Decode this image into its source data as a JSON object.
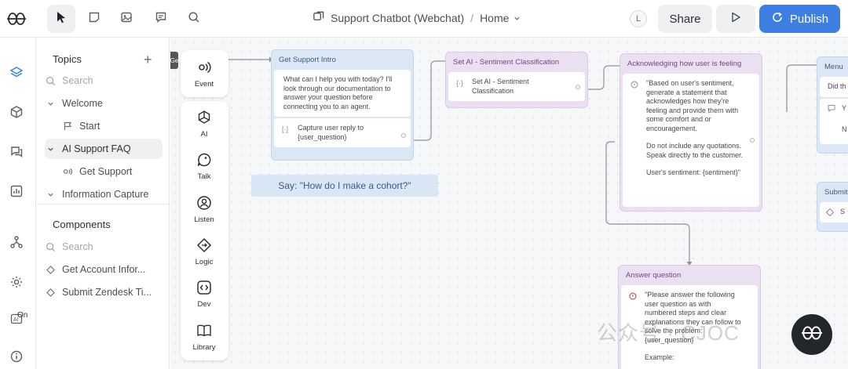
{
  "topbar": {
    "project": "Support Chatbot (Webchat)",
    "separator": "/",
    "page": "Home",
    "avatar_initial": "L",
    "share_label": "Share",
    "publish_label": "Publish"
  },
  "colors": {
    "accent": "#3d7fe3",
    "block_blue": "#dbe7f5",
    "block_purple": "#ebdff2"
  },
  "rail": {
    "on_label": "On"
  },
  "sidebar": {
    "topics_title": "Topics",
    "search_placeholder": "Search",
    "topics": [
      "Welcome",
      "Start",
      "AI Support FAQ",
      "Get Support",
      "Information Capture"
    ],
    "components_title": "Components",
    "components": [
      "Get Account Infor...",
      "Submit Zendesk Ti..."
    ]
  },
  "palette": {
    "event": "Event",
    "items": [
      "AI",
      "Talk",
      "Listen",
      "Logic",
      "Dev",
      "Library"
    ]
  },
  "canvas": {
    "edge_tag": "Ge",
    "say_text": "Say: \"How do I make a cohort?\"",
    "nodes": {
      "intro": {
        "title": "Get Support Intro",
        "message": "What can I help you with today? I'll look through our documentation to answer your question before connecting you to an agent.",
        "capture": "Capture user reply to {user_question}"
      },
      "setai": {
        "title": "Set AI - Sentiment Classification",
        "step": "Set AI - Sentiment Classification"
      },
      "ack": {
        "title": "Acknowledging how user is feeling",
        "p1": "\"Based on user's sentiment, generate a statement that acknowledges how they're feeling and provide them with some comfort and or encouragement.",
        "p2": "Do not include any quotations. Speak directly to the customer.",
        "p3": "User's sentiment: {sentiment}\""
      },
      "menu": {
        "title": "Menu",
        "row1": "Did th",
        "row2": "Y",
        "row3": "N"
      },
      "submit": {
        "title": "Submit",
        "row1": "S"
      },
      "answer": {
        "title": "Answer question",
        "p1": "\"Please answer the following user question as with numbered steps and clear explanations they can follow to solve the problem: {user_question}",
        "p2": "Example:"
      }
    },
    "watermark": "公众号 · CJOC"
  }
}
